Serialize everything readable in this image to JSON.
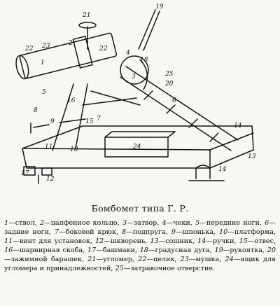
{
  "figure": {
    "callouts": [
      "1",
      "2",
      "3",
      "4",
      "5",
      "6",
      "7",
      "8",
      "9",
      "10",
      "11",
      "12",
      "13",
      "14",
      "14",
      "15",
      "16",
      "17",
      "18",
      "19",
      "20",
      "21",
      "22",
      "23",
      "24",
      "25"
    ]
  },
  "caption": "Бомбомет типа Г. Р.",
  "legend": {
    "items": [
      {
        "n": "1",
        "text": "—ствол, "
      },
      {
        "n": "2",
        "text": "—цапфенное кольцо, "
      },
      {
        "n": "3",
        "text": "—затвор, "
      },
      {
        "n": "4",
        "text": "—чеки, "
      },
      {
        "n": "5",
        "text": "—передние ноги, "
      },
      {
        "n": "6",
        "text": "—задние ноги, "
      },
      {
        "n": "7",
        "text": "—боковой крюк, "
      },
      {
        "n": "8",
        "text": "—подпруга, "
      },
      {
        "n": "9",
        "text": "—шпонька, "
      },
      {
        "n": "10",
        "text": "—платформа, "
      },
      {
        "n": "11",
        "text": "—винт для установок, "
      },
      {
        "n": "12",
        "text": "—шкворень, "
      },
      {
        "n": "13",
        "text": "—сошник, "
      },
      {
        "n": "14",
        "text": "—ручки, "
      },
      {
        "n": "15",
        "text": "—отвес, "
      },
      {
        "n": "16",
        "text": "—шарнирная скоба, "
      },
      {
        "n": "17",
        "text": "—башмаки, "
      },
      {
        "n": "18",
        "text": "—градусная дуга, "
      },
      {
        "n": "19",
        "text": "—рукоятка, "
      },
      {
        "n": "20",
        "text": "—зажимной барашек, "
      },
      {
        "n": "21",
        "text": "—угломер, "
      },
      {
        "n": "22",
        "text": "—целик, "
      },
      {
        "n": "23",
        "text": "—мушка, "
      },
      {
        "n": "24",
        "text": "—ящик для угломера и принадлежностей, "
      },
      {
        "n": "25",
        "text": "—затравочное отверстие."
      }
    ]
  }
}
